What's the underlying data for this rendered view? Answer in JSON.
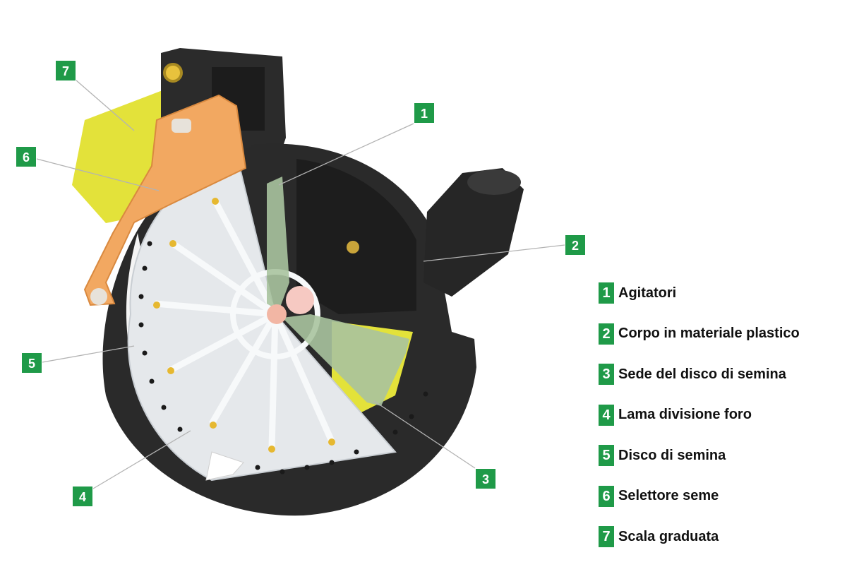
{
  "colors": {
    "badge": "#1f9a48",
    "housing": "#2a2a2a",
    "selector": "#f2a861",
    "scale": "#e3e23a",
    "disc": "#e4e7ea",
    "agitator": "#a9c3a0",
    "leader": "#b3b3b3"
  },
  "callouts": [
    {
      "number": "1",
      "target": "agitators"
    },
    {
      "number": "2",
      "target": "plastic-body"
    },
    {
      "number": "3",
      "target": "disc-seat"
    },
    {
      "number": "4",
      "target": "hole-division-blade"
    },
    {
      "number": "5",
      "target": "seeding-disc"
    },
    {
      "number": "6",
      "target": "seed-selector"
    },
    {
      "number": "7",
      "target": "graduated-scale"
    }
  ],
  "legend": [
    {
      "number": "1",
      "label": "Agitatori"
    },
    {
      "number": "2",
      "label": "Corpo in materiale plastico"
    },
    {
      "number": "3",
      "label": "Sede del disco di semina"
    },
    {
      "number": "4",
      "label": "Lama divisione foro"
    },
    {
      "number": "5",
      "label": "Disco di semina"
    },
    {
      "number": "6",
      "label": "Selettore seme"
    },
    {
      "number": "7",
      "label": "Scala graduata"
    }
  ]
}
